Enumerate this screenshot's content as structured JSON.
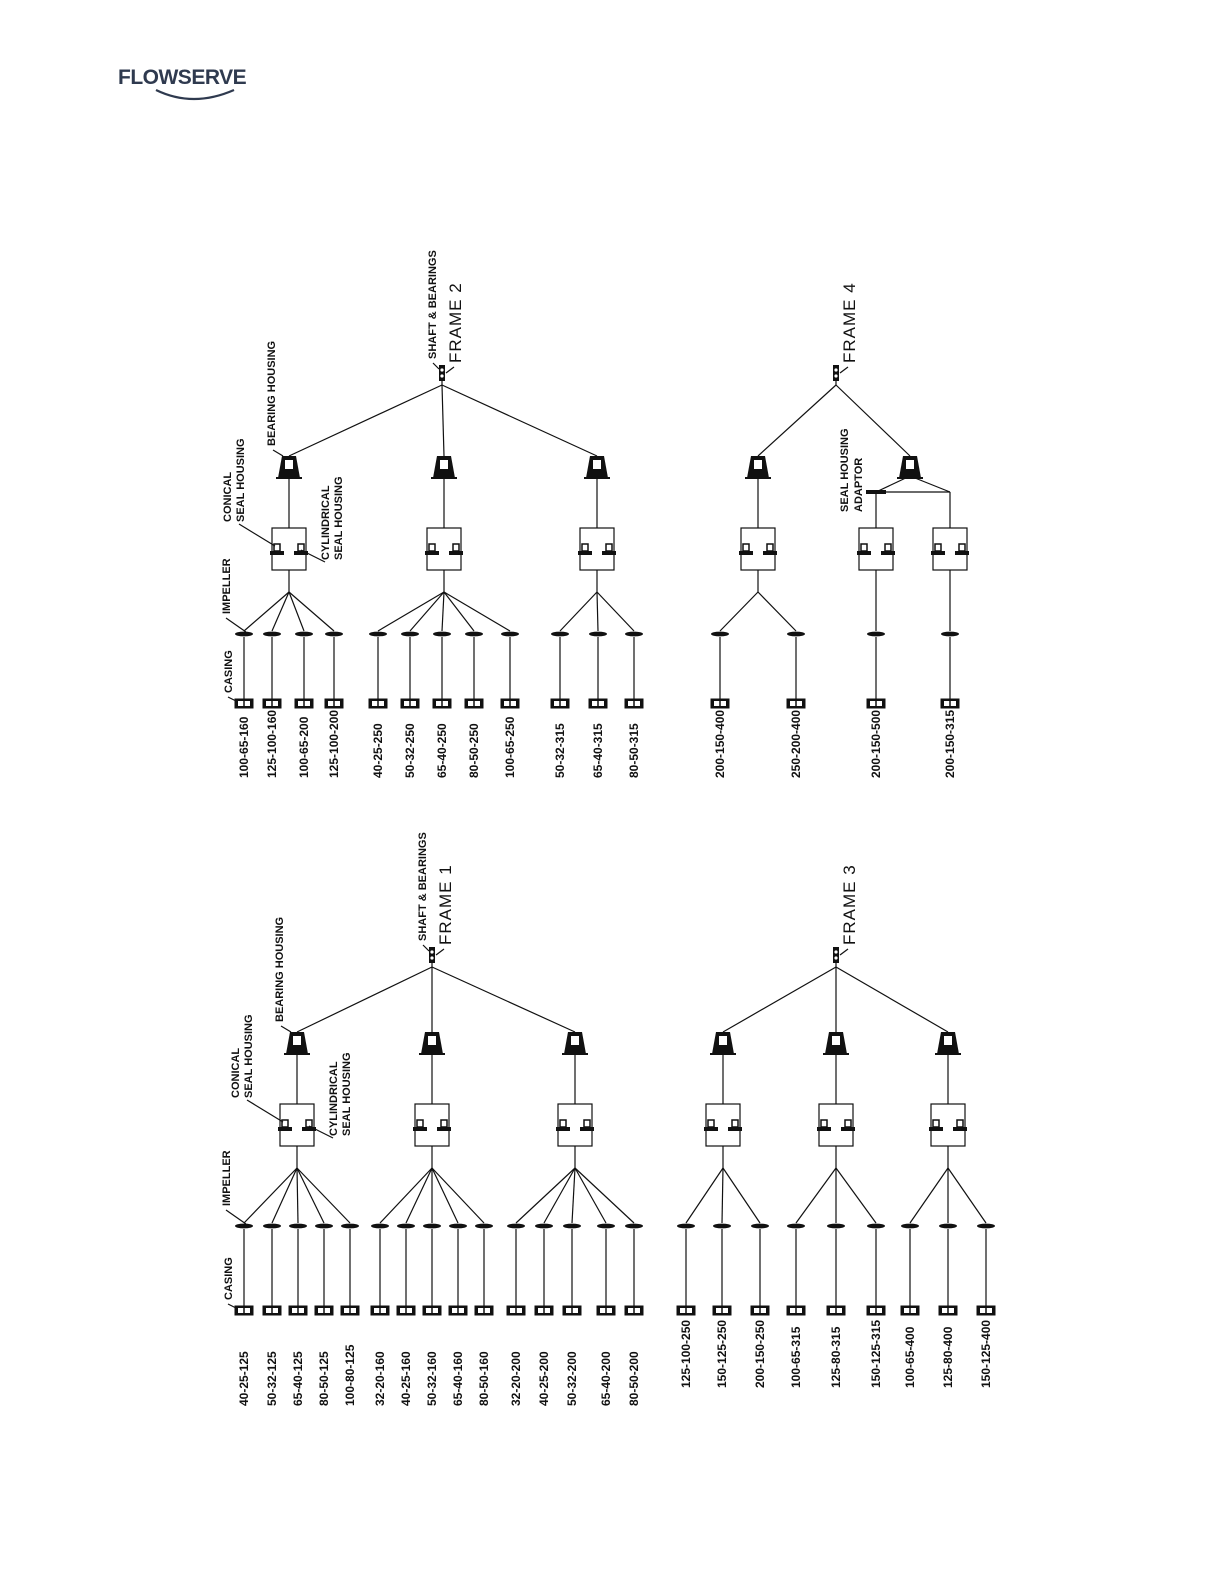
{
  "logo": {
    "text": "FLOWSERVE",
    "mark": "swoosh-logo"
  },
  "labels": {
    "casing": "CASING",
    "impeller": "IMPELLER",
    "conical": "CONICAL",
    "seal_housing": "SEAL HOUSING",
    "cylindrical": "CYLINDRICAL",
    "bearing_housing": "BEARING HOUSING",
    "shaft_bearings": "SHAFT & BEARINGS",
    "seal_housing_adaptor_1": "SEAL HOUSING",
    "seal_housing_adaptor_2": "ADAPTOR"
  },
  "frames": [
    {
      "name": "FRAME 1",
      "groups": [
        {
          "models": [
            "40-25-125",
            "50-32-125",
            "65-40-125",
            "80-50-125",
            "100-80-125"
          ]
        },
        {
          "models": [
            "32-20-160",
            "40-25-160",
            "50-32-160",
            "65-40-160",
            "80-50-160"
          ]
        },
        {
          "models": [
            "32-20-200",
            "40-25-200",
            "50-32-200",
            "65-40-200",
            "80-50-200"
          ]
        }
      ]
    },
    {
      "name": "FRAME 2",
      "groups": [
        {
          "models": [
            "100-65-160",
            "125-100-160",
            "100-65-200",
            "125-100-200"
          ]
        },
        {
          "models": [
            "40-25-250",
            "50-32-250",
            "65-40-250",
            "80-50-250",
            "100-65-250"
          ]
        },
        {
          "models": [
            "50-32-315",
            "65-40-315",
            "80-50-315"
          ]
        }
      ]
    },
    {
      "name": "FRAME 3",
      "groups": [
        {
          "models": [
            "125-100-250",
            "150-125-250",
            "200-150-250"
          ]
        },
        {
          "models": [
            "100-65-315",
            "125-80-315",
            "150-125-315"
          ]
        },
        {
          "models": [
            "100-65-400",
            "125-80-400",
            "150-125-400"
          ]
        }
      ]
    },
    {
      "name": "FRAME 4",
      "groups": [
        {
          "models": [
            "200-150-400",
            "250-200-400"
          ]
        },
        {
          "models": [
            "200-150-500"
          ],
          "adaptor": true
        },
        {
          "models": [
            "200-150-315"
          ],
          "adaptor": true
        }
      ]
    }
  ]
}
